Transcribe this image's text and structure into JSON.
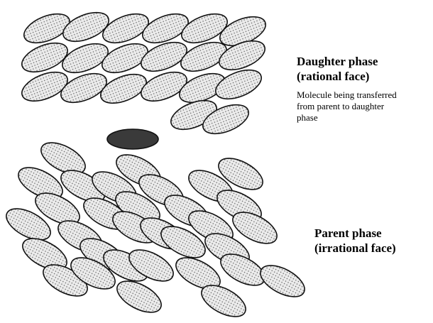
{
  "labels": {
    "daughter_phase": [
      "Daughter phase",
      "(rational face)"
    ],
    "transfer_note": [
      "Molecule being transferred",
      "from parent to daughter",
      "phase"
    ],
    "parent_phase": [
      "Parent phase",
      "(irrational face)"
    ]
  },
  "colors": {
    "molecule_fill": "#ebebeb",
    "molecule_outline": "#111111",
    "dot": "#555555",
    "transfer_molecule": "#3a3a3a",
    "text": "#000000"
  }
}
